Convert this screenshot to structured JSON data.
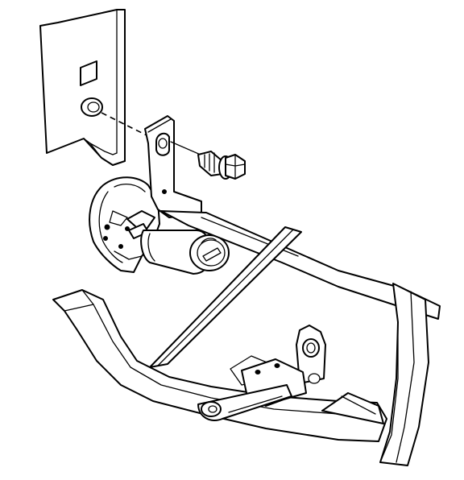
{
  "figure": {
    "kind": "exploded-view line drawing",
    "background": "#ffffff",
    "line_color": "#000000",
    "parts": [
      "mounting-panel",
      "lamp-socket-bracket",
      "hex-flange-bolt",
      "lamp-socket-assembly",
      "bumper-frame",
      "lower-mounting-bracket"
    ]
  }
}
